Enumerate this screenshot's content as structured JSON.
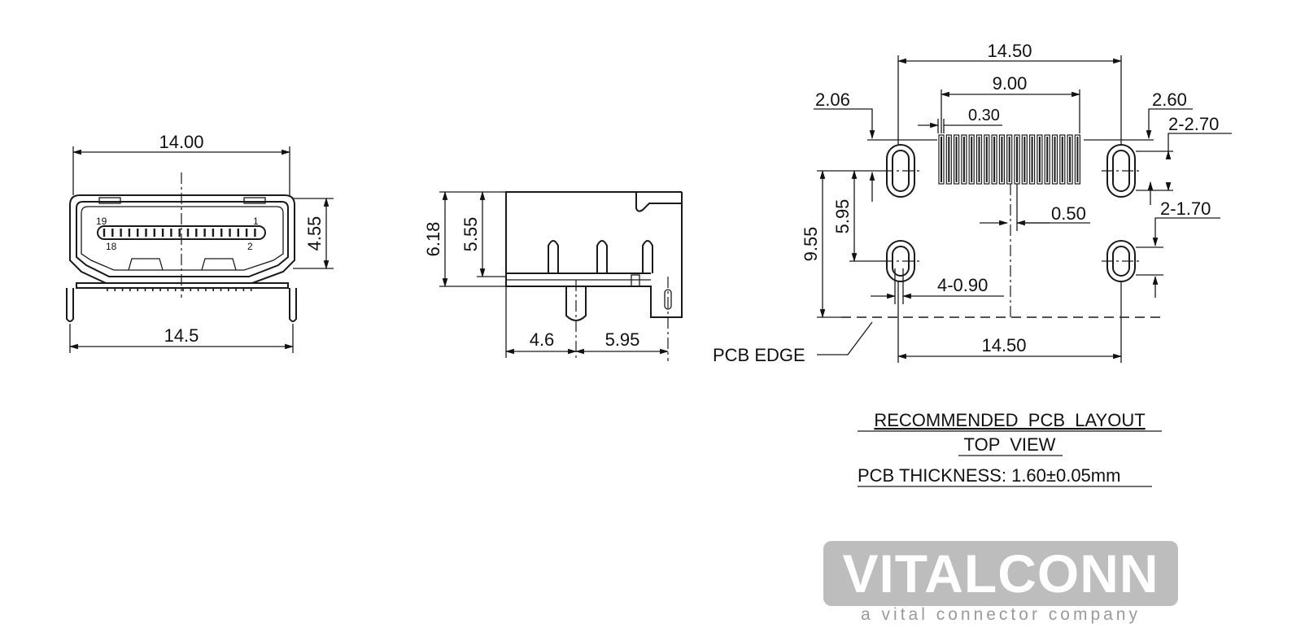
{
  "front_view": {
    "dim_width_top": "14.00",
    "dim_width_bottom": "14.5",
    "dim_height": "4.55",
    "pin_labels": {
      "top_left": "19",
      "top_right": "1",
      "bottom_left": "18",
      "bottom_right": "2"
    }
  },
  "side_view": {
    "dim_total_height": "6.18",
    "dim_body_height": "5.55",
    "dim_pin_offset_left": "4.6",
    "dim_pin_offset_right": "5.95"
  },
  "pcb_layout": {
    "dim_overall_width_top": "14.50",
    "dim_pad_span": "9.00",
    "dim_pad_width": "0.30",
    "dim_left_slot_offset": "2.06",
    "dim_right_slot_offset": "2.60",
    "dim_slot_holes": "2-2.70",
    "dim_round_holes": "2-1.70",
    "dim_pitch": "0.50",
    "dim_hole_spacing": "5.95",
    "dim_depth": "9.55",
    "dim_peg_holes": "4-0.90",
    "dim_overall_width_bottom": "14.50",
    "pcb_edge_label": "PCB EDGE",
    "title_line1": "RECOMMENDED  PCB  LAYOUT",
    "title_line2": "TOP  VIEW",
    "thickness_note": "PCB THICKNESS: 1.60±0.05mm"
  },
  "logo": {
    "name": "VITALCONN",
    "tagline": "a vital connector company",
    "color": "#bdbdbd"
  }
}
